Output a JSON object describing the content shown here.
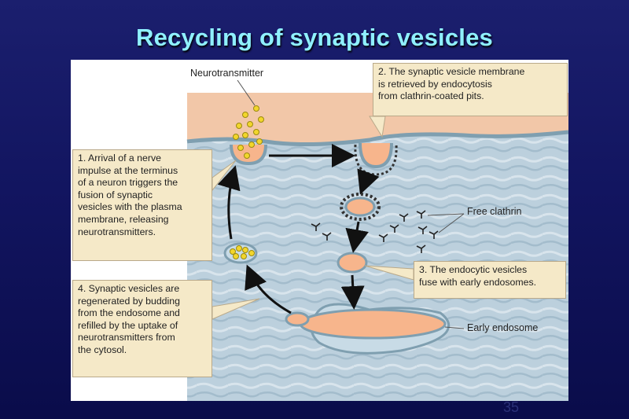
{
  "slide": {
    "title": "Recycling of synaptic vesicles",
    "page_number": "35"
  },
  "diagram": {
    "labels": {
      "neurotransmitter": "Neurotransmitter",
      "free_clathrin": "Free clathrin",
      "early_endosome": "Early endosome"
    },
    "steps": [
      {
        "text": "1. Arrival of a nerve\nimpulse at the terminus\nof a neuron triggers the\nfusion of synaptic\nvesicles with the plasma\nmembrane, releasing\nneurotransmitters."
      },
      {
        "text": "2. The synaptic vesicle membrane\nis retrieved by endocytosis\nfrom clathrin-coated pits."
      },
      {
        "text": "3. The endocytic vesicles\nfuse with early endosomes."
      },
      {
        "text": "4. Synaptic vesicles are\nregenerated by budding\nfrom the endosome and\nrefilled by the uptake of\nneurotransmitters from\nthe cytosol."
      }
    ],
    "colors": {
      "extracellular": "#f2c7a8",
      "cytoplasm": "#bcd0dd",
      "vesicle_lumen": "#f7b58c",
      "membrane": "#7f9fb0",
      "neurotransmitter": "#f2d62c",
      "callout_fill": "#f5e9c8"
    }
  }
}
